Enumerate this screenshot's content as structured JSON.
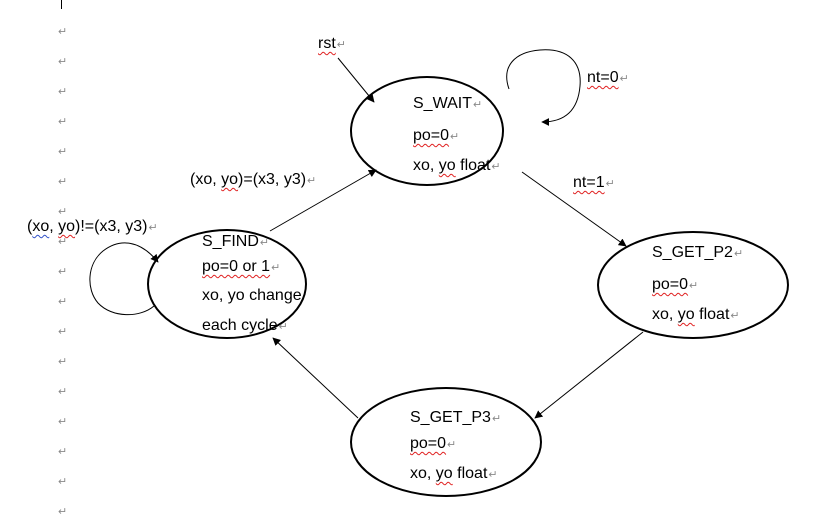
{
  "paragraph_mark": "↵",
  "states": {
    "wait": {
      "name": "S_WAIT",
      "line1": "po=0",
      "line2a": "xo, ",
      "line2b": "yo",
      "line2c": " float"
    },
    "get_p2": {
      "name": "S_GET_P2",
      "line1": "po=0",
      "line2a": "xo, ",
      "line2b": "yo",
      "line2c": " float"
    },
    "get_p3": {
      "name": "S_GET_P3",
      "line1": "po=0",
      "line2a": "xo, ",
      "line2b": "yo",
      "line2c": " float"
    },
    "find": {
      "name": "S_FIND",
      "line1": "po=0 or 1",
      "line2": "xo, yo change",
      "line3": "each cycle"
    }
  },
  "transitions": {
    "rst": "rst",
    "nt0": "nt=0",
    "nt1": "nt=1",
    "found_a": "(xo, ",
    "found_b": "yo",
    "found_c": ")=(x3, y3)",
    "notfound_a": "(",
    "notfound_b": "xo",
    "notfound_c": ", ",
    "notfound_d": "yo",
    "notfound_e": ")!=(x3, y3)"
  }
}
